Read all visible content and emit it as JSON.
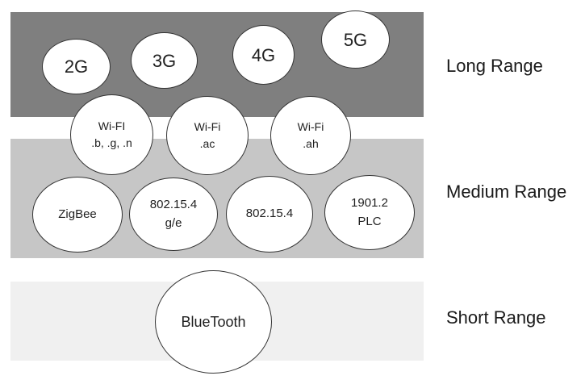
{
  "range_labels": {
    "long": "Long Range",
    "medium": "Medium Range",
    "short": "Short Range"
  },
  "nodes": {
    "g2": {
      "line1": "2G"
    },
    "g3": {
      "line1": "3G"
    },
    "g4": {
      "line1": "4G"
    },
    "g5": {
      "line1": "5G"
    },
    "wifi_bgn": {
      "line1": "Wi-FI",
      "line2": ".b, .g, .n"
    },
    "wifi_ac": {
      "line1": "Wi-Fi",
      "line2": ".ac"
    },
    "wifi_ah": {
      "line1": "Wi-Fi",
      "line2": ".ah"
    },
    "zigbee": {
      "line1": "ZigBee"
    },
    "ieee802154_ge": {
      "line1": "802.15.4",
      "line2": "g/e"
    },
    "ieee802154": {
      "line1": "802.15.4"
    },
    "plc_19012": {
      "line1": "1901.2",
      "line2": "PLC"
    },
    "bluetooth": {
      "line1": "BlueTooth"
    }
  },
  "colors": {
    "band_long": "#7f7f7f",
    "band_medium": "#c6c6c6",
    "band_short": "#f0f0f0",
    "node_fill": "#ffffff",
    "node_border": "#333333",
    "text": "#1f1f1f"
  }
}
